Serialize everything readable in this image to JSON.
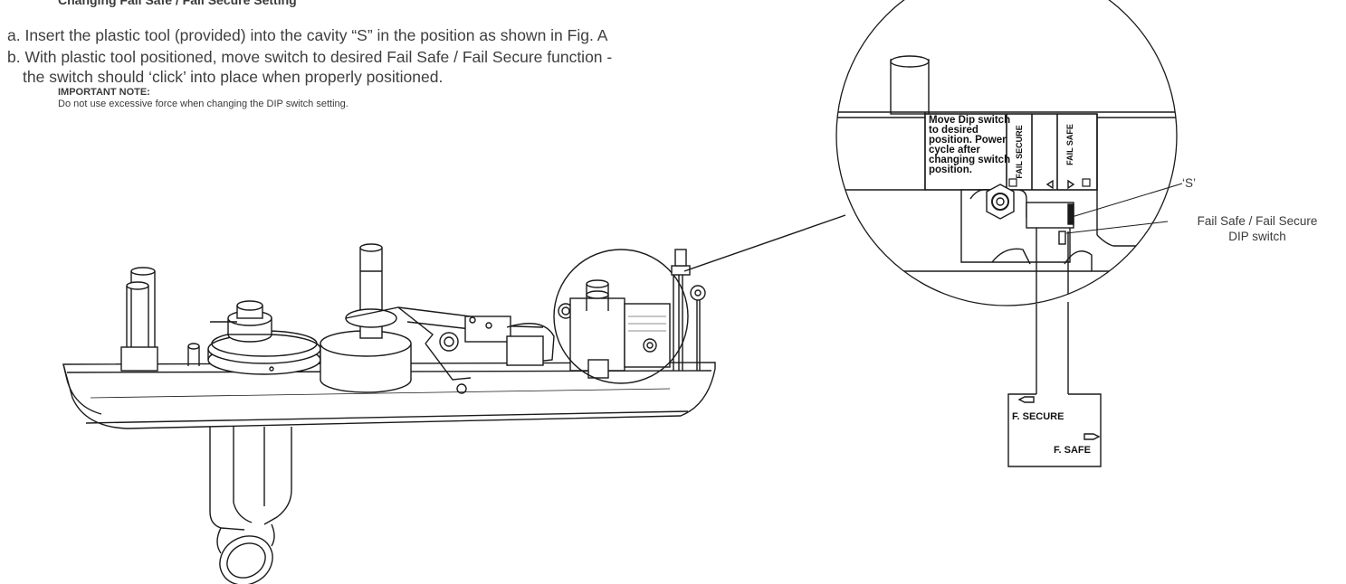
{
  "heading": "Changing Fail Safe / Fail Secure Setting",
  "steps": [
    "a. Insert the plastic tool (provided) into the cavity “S” in the position as shown in Fig. A",
    "b. With plastic tool positioned, move switch to desired Fail Safe / Fail Secure function -",
    "the switch should ‘click’ into place when properly positioned."
  ],
  "note": {
    "title": "IMPORTANT NOTE:",
    "text": "Do not use excessive force when changing the DIP switch setting."
  },
  "detail": {
    "sticker_lines": [
      "Move Dip switch",
      "to desired",
      "position. Power",
      "cycle after",
      "changing switch",
      "position."
    ],
    "fail_secure": "FAIL SECURE",
    "fail_safe": "FAIL SAFE"
  },
  "tool": {
    "secure_label": "F. SECURE",
    "safe_label": "F. SAFE"
  },
  "callouts": {
    "cavity": "‘S’",
    "dip_line1": "Fail Safe / Fail Secure",
    "dip_line2": "DIP switch"
  }
}
